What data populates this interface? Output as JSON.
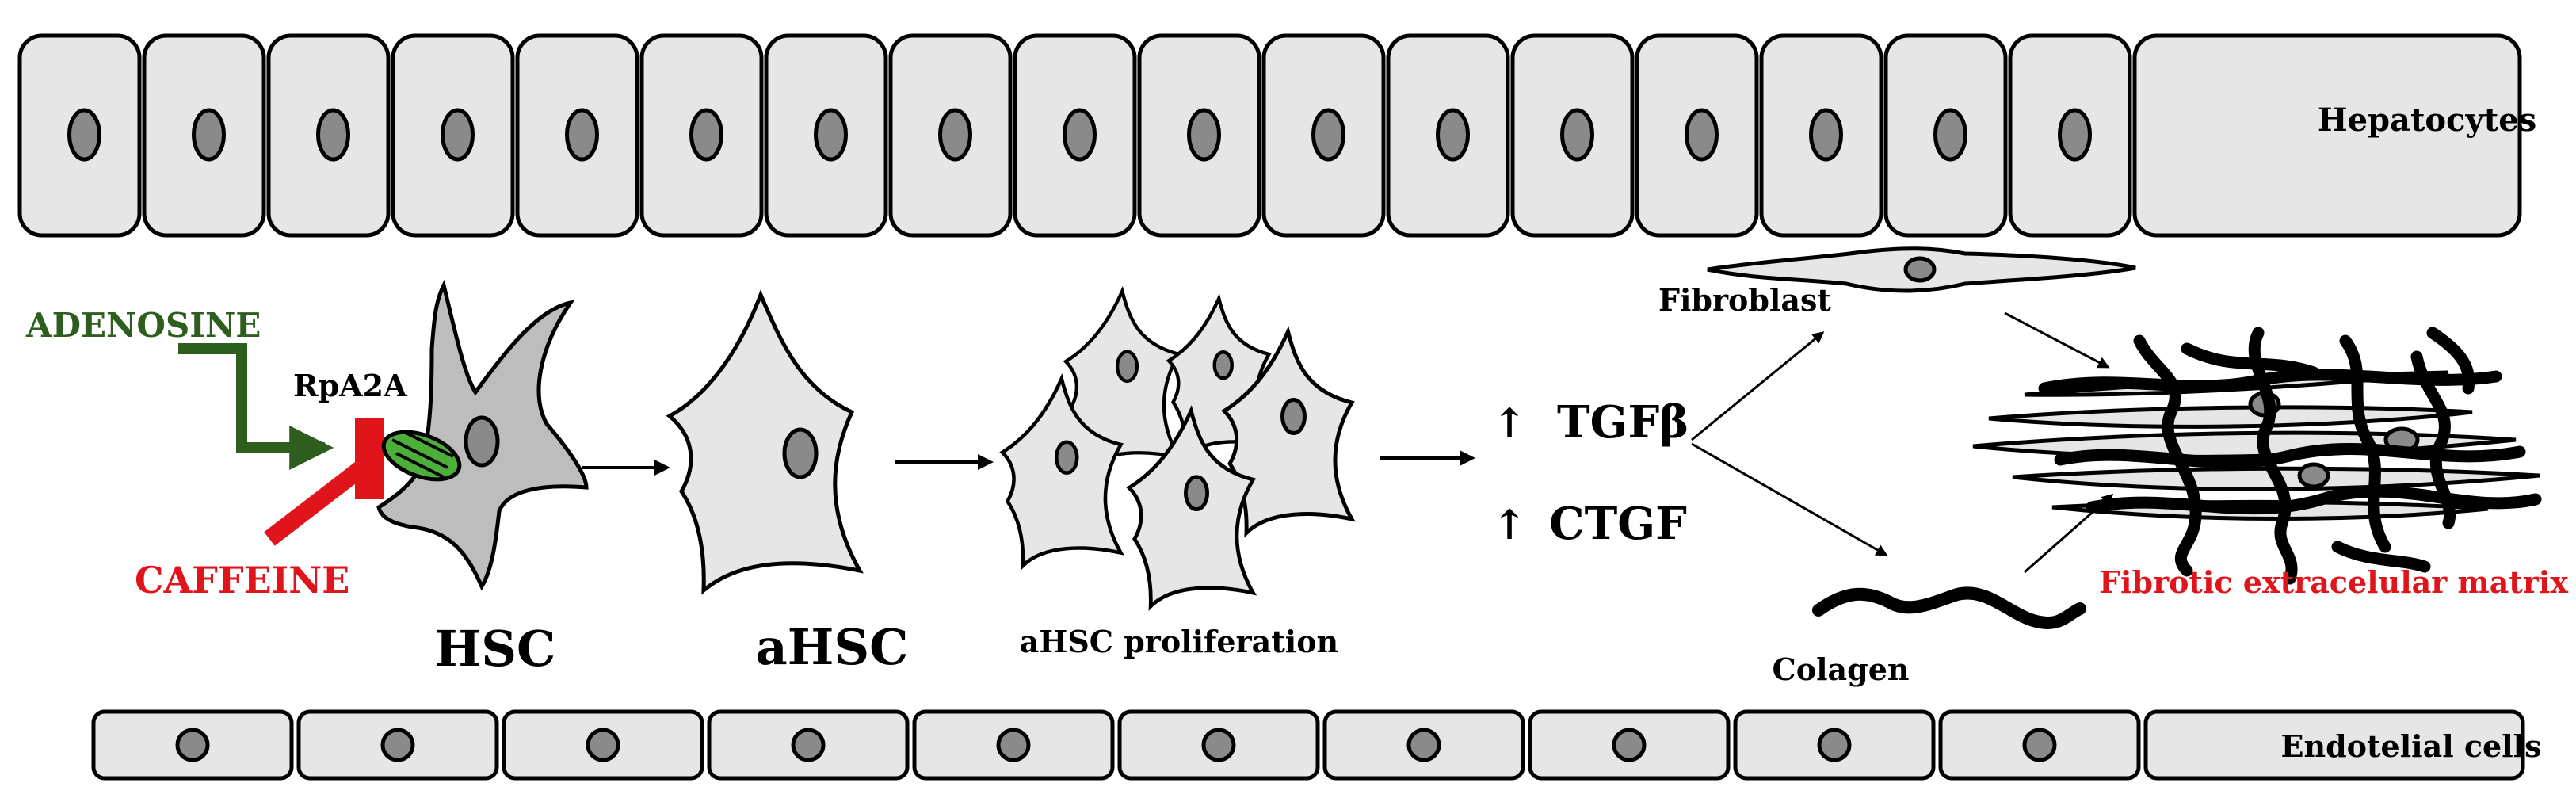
{
  "hepatocytes": {
    "label": "Hepatocytes",
    "cell_count": 18
  },
  "endothelial": {
    "label": "Endotelial cells",
    "cell_count": 10
  },
  "adenosine": {
    "label": "ADENOSINE",
    "color": "#2e5e1e"
  },
  "receptor": {
    "label": "RpA2A",
    "color": "#e0151b",
    "stripe_color": "#4caf3a"
  },
  "caffeine": {
    "label": "CAFFEINE",
    "color": "#e0151b"
  },
  "stages": {
    "hsc": "HSC",
    "ahsc": "aHSC",
    "proliferation": "aHSC proliferation"
  },
  "factors": {
    "tgf": "TGFβ",
    "ctgf": "CTGF",
    "up_arrow": "↑"
  },
  "fibroblast": {
    "label": "Fibroblast"
  },
  "colagen": {
    "label": "Colagen"
  },
  "matrix": {
    "label": "Fibrotic extracelular matrix",
    "color": "#e0151b"
  },
  "colors": {
    "cell_fill": "#e6e6e6",
    "nucleus": "#8a8a8a",
    "outline": "#000000"
  }
}
